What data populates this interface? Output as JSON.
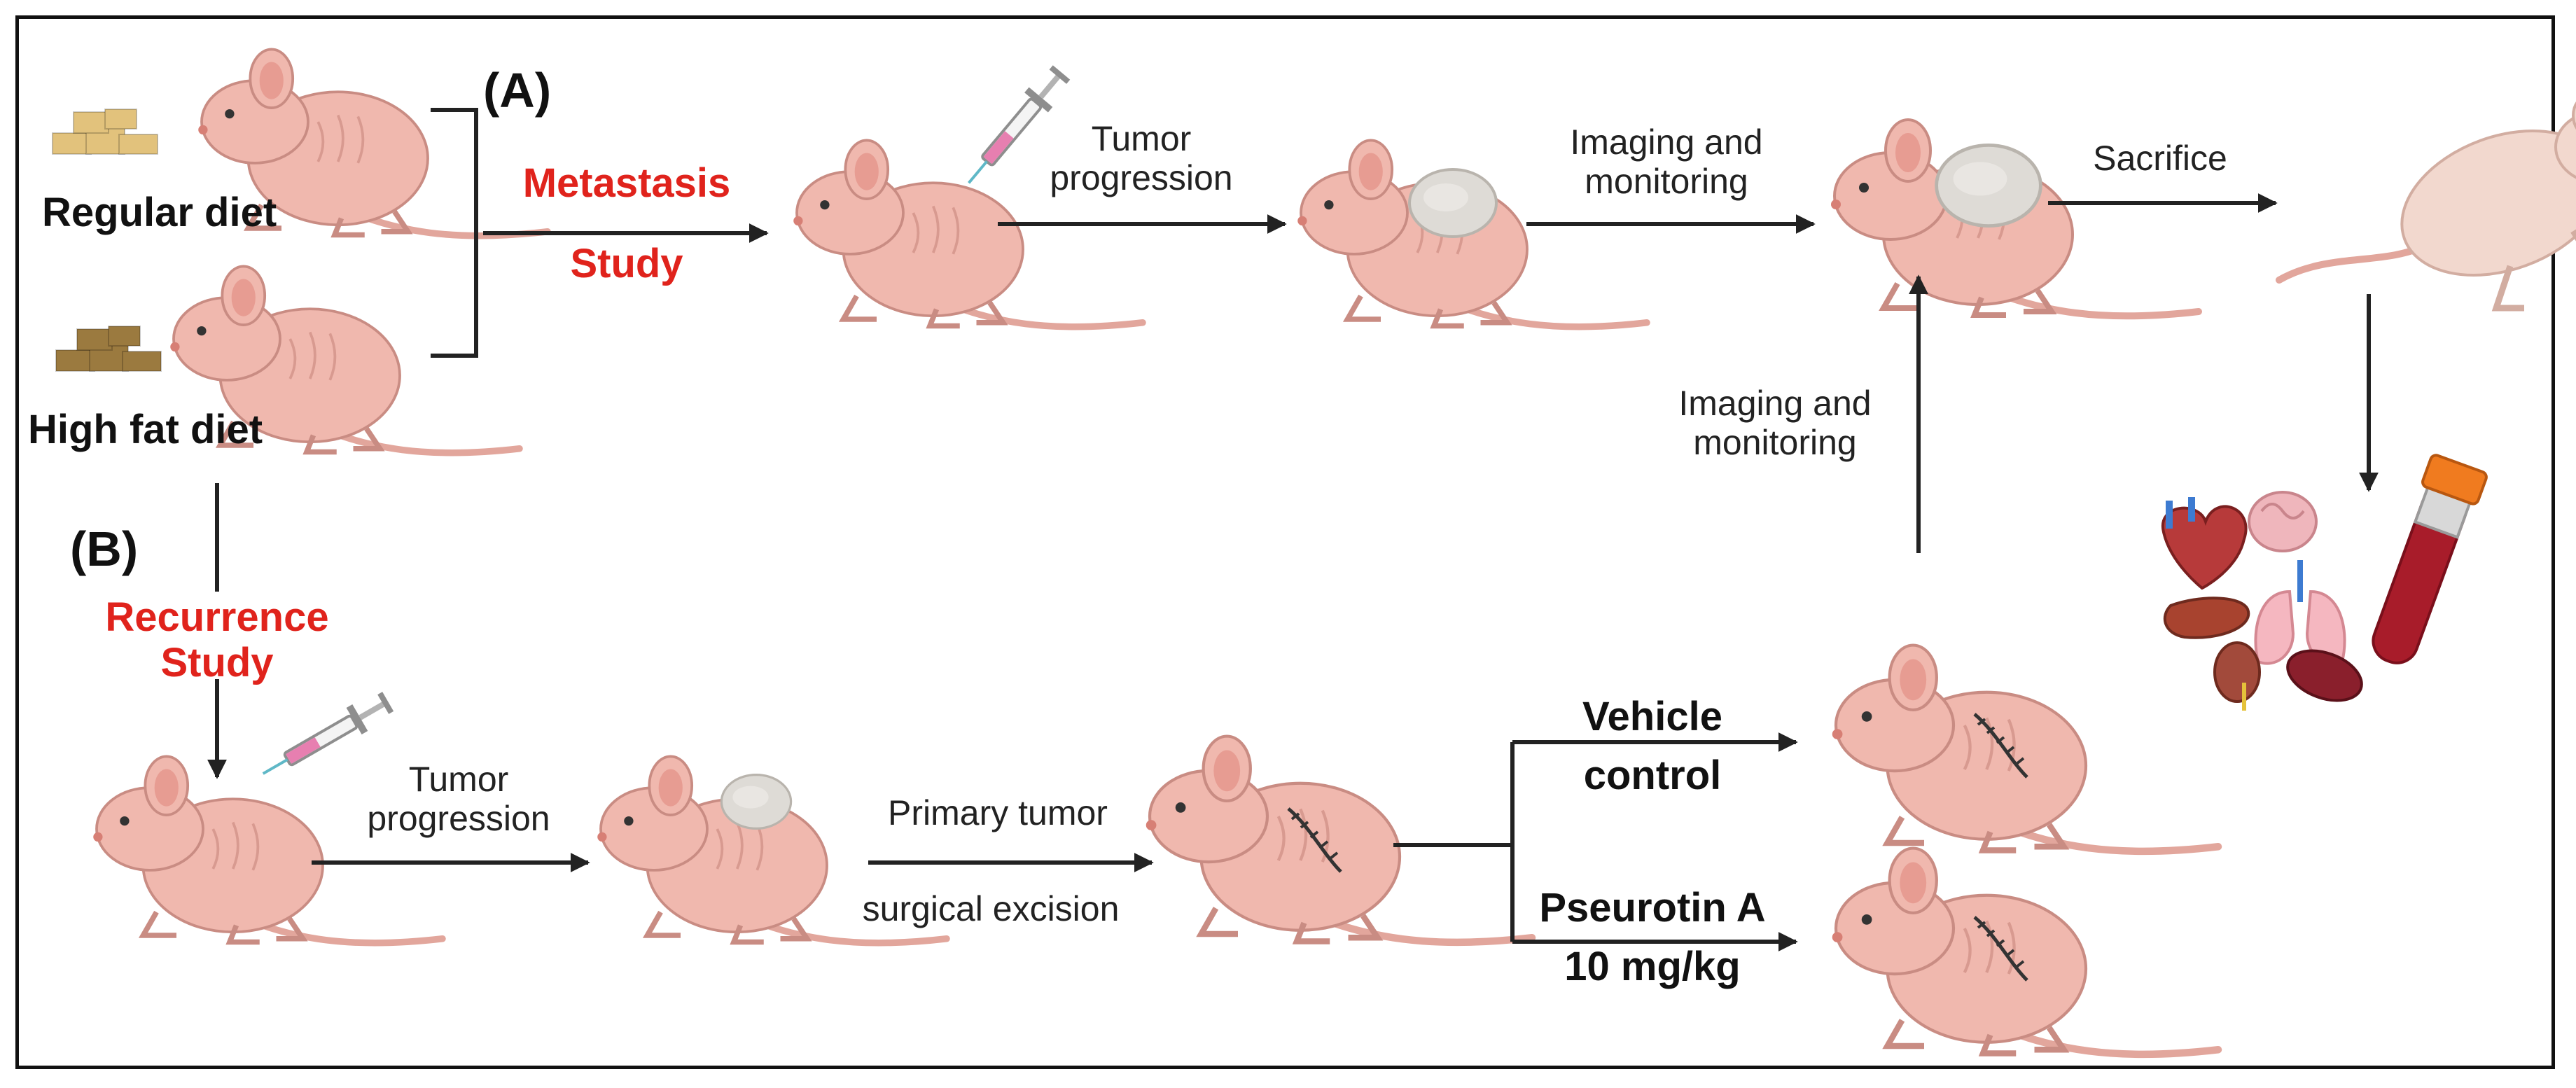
{
  "panels": {
    "a": "(A)",
    "b": "(B)"
  },
  "diet": {
    "regular": "Regular diet",
    "high_fat": "High fat diet"
  },
  "metastasis": {
    "line1": "Metastasis",
    "line2": "Study"
  },
  "recurrence": {
    "line1": "Recurrence",
    "line2": "Study"
  },
  "top_flow": {
    "tumor_progression": [
      "Tumor",
      "progression"
    ],
    "imaging": [
      "Imaging and",
      "monitoring"
    ],
    "sacrifice": "Sacrifice"
  },
  "vertical_imaging": [
    "Imaging and",
    "monitoring"
  ],
  "bottom_flow": {
    "tumor_progression": [
      "Tumor",
      "progression"
    ],
    "excision_top": "Primary tumor",
    "excision_bottom": "surgical excision",
    "vehicle": [
      "Vehicle",
      "control"
    ],
    "treatment": [
      "Pseurotin A",
      "10 mg/kg"
    ]
  },
  "colors": {
    "accent_red": "#e0231c",
    "mouse_body": "#f0b8ae",
    "mouse_outline": "#c98c83",
    "tumor": "#d9d6d2",
    "arrow": "#222222"
  }
}
